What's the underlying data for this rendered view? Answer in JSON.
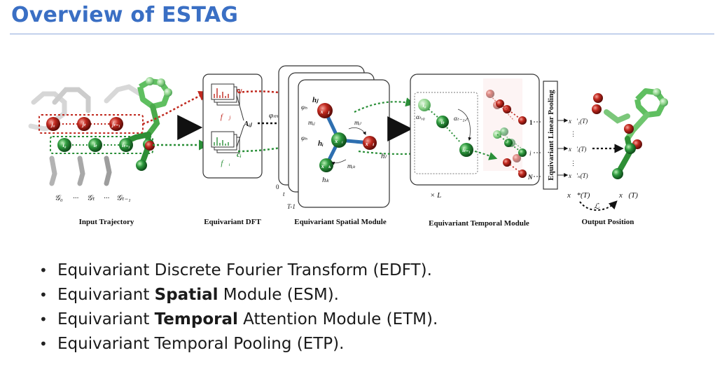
{
  "slide": {
    "title": "Overview of ESTAG"
  },
  "figure": {
    "captions": {
      "input": "Input Trajectory",
      "dft": "Equivariant DFT",
      "spatial": "Equivariant Spatial Module",
      "temporal": "Equivariant Temporal Module",
      "output": "Output Position"
    },
    "pooling_label": "Equivariant Linear Pooling",
    "graph_labels": [
      "𝒢₀",
      "···",
      "𝒢ₜ",
      "···",
      "𝒢ₜ₋₁"
    ],
    "input_nodes_red": [
      "j₀",
      "jₜ",
      "jₜ₋₁"
    ],
    "input_nodes_green": [
      "i₀",
      "iₜ",
      "iₜ₋₁"
    ],
    "dft_labels": {
      "fj": "f⃗ⱼ",
      "fi": "f⃗ᵢ",
      "cj": "cⱼ",
      "ci": "cᵢ",
      "aij": "Aᵢⱼ",
      "phi_m": "φₘ"
    },
    "spatial_labels": {
      "hj": "hⱼ",
      "hi": "hᵢ",
      "hk": "hₖ",
      "hl": "hₗ",
      "phi_h1": "φₕ",
      "phi_h2": "φₕ",
      "mij": "mᵢⱼ",
      "mil": "mᵢₗ",
      "mik": "mᵢₖ",
      "xj": "x⃗ⱼ",
      "xi": "x⃗ᵢ",
      "xk": "x⃗ₖ",
      "xl": "x⃗ₗ",
      "stack_zero": "0",
      "stack_t": "t",
      "stack_end": "T-1"
    },
    "temporal_labels": {
      "i0": "i₀",
      "it": "iₜ",
      "iT1": "iₜ₋₁",
      "alpha1": "αₜ,₀",
      "alpha2": "αₜ₋₁,ₜ",
      "times_l": "× L"
    },
    "pooling_rows": [
      "1",
      "i",
      "N"
    ],
    "output_labels": {
      "x1": "x⃗′₁(T)",
      "xi": "x⃗′ᵢ(T)",
      "xN": "x⃗′ₙ(T)",
      "xstar": "x⃗*(T)",
      "xT": "x⃗(T)",
      "loss": "ℒ"
    },
    "colors": {
      "red": "#b3241c",
      "green": "#2e9a3e",
      "dot_red": "#c0281e",
      "dot_green": "#2a8f38",
      "title_blue": "#3a6fc4"
    }
  },
  "bullets": [
    {
      "pre": "Equivariant Discrete Fourier Transform (EDFT).",
      "bold": "",
      "post": ""
    },
    {
      "pre": "Equivariant ",
      "bold": "Spatial",
      "post": " Module (ESM)."
    },
    {
      "pre": "Equivariant ",
      "bold": "Temporal",
      "post": " Attention Module (ETM)."
    },
    {
      "pre": "Equivariant Temporal Pooling (ETP).",
      "bold": "",
      "post": ""
    }
  ]
}
